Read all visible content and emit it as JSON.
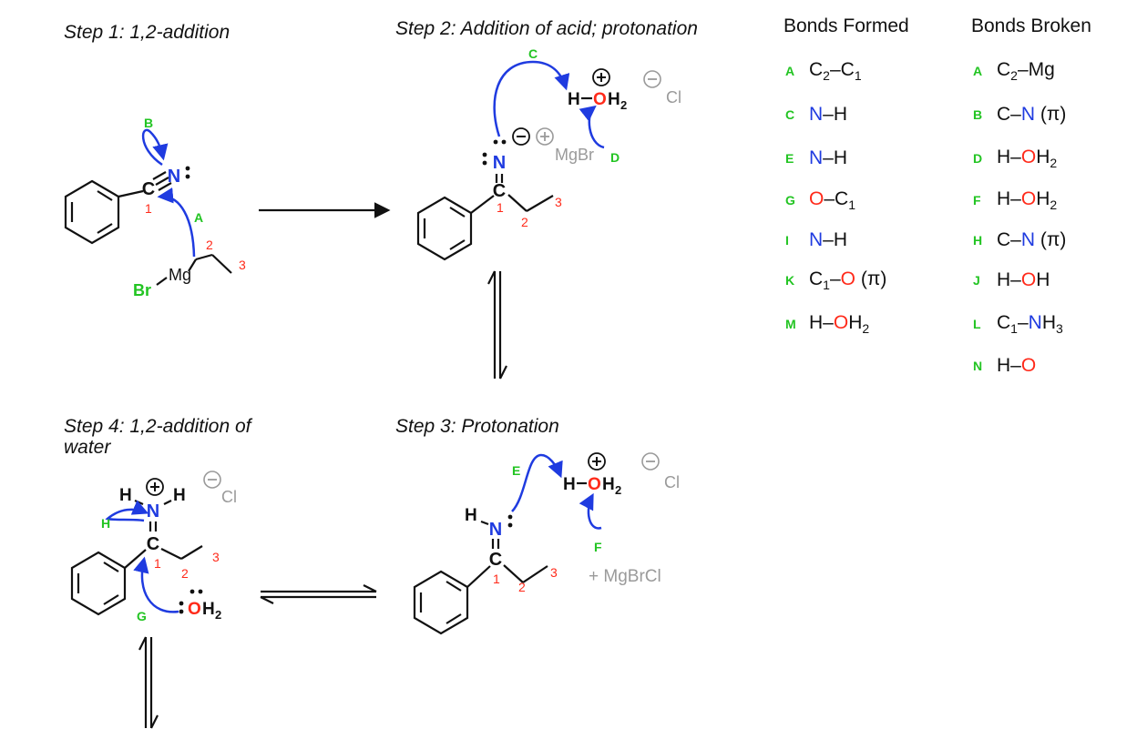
{
  "steps": {
    "step1": "Step 1: 1,2-addition",
    "step2": "Step 2: Addition of acid; protonation",
    "step3": "Step 3: Protonation",
    "step4_line1": "Step 4: 1,2-addition of",
    "step4_line2": "water"
  },
  "columns": {
    "formed": "Bonds Formed",
    "broken": "Bonds Broken"
  },
  "bonds_formed": [
    {
      "letter": "A",
      "parts": [
        {
          "t": "C"
        },
        {
          "t": "2",
          "sub": true
        },
        {
          "t": "–C"
        },
        {
          "t": "1",
          "sub": true
        }
      ]
    },
    {
      "letter": "C",
      "parts": [
        {
          "t": "N",
          "c": "blue"
        },
        {
          "t": "–H"
        }
      ]
    },
    {
      "letter": "E",
      "parts": [
        {
          "t": "N",
          "c": "blue"
        },
        {
          "t": "–H"
        }
      ]
    },
    {
      "letter": "G",
      "parts": [
        {
          "t": "O",
          "c": "red"
        },
        {
          "t": "–C"
        },
        {
          "t": "1",
          "sub": true
        }
      ]
    },
    {
      "letter": "I",
      "parts": [
        {
          "t": "N",
          "c": "blue"
        },
        {
          "t": "–H"
        }
      ]
    },
    {
      "letter": "K",
      "parts": [
        {
          "t": "C"
        },
        {
          "t": "1",
          "sub": true
        },
        {
          "t": "–"
        },
        {
          "t": "O",
          "c": "red"
        },
        {
          "t": " (π)"
        }
      ]
    },
    {
      "letter": "M",
      "parts": [
        {
          "t": "H–"
        },
        {
          "t": "O",
          "c": "red"
        },
        {
          "t": "H"
        },
        {
          "t": "2",
          "sub": true
        }
      ]
    }
  ],
  "bonds_broken": [
    {
      "letter": "A",
      "parts": [
        {
          "t": "C"
        },
        {
          "t": "2",
          "sub": true
        },
        {
          "t": "–Mg"
        }
      ]
    },
    {
      "letter": "B",
      "parts": [
        {
          "t": "C–"
        },
        {
          "t": "N",
          "c": "blue"
        },
        {
          "t": " (π)"
        }
      ]
    },
    {
      "letter": "D",
      "parts": [
        {
          "t": "H–"
        },
        {
          "t": "O",
          "c": "red"
        },
        {
          "t": "H"
        },
        {
          "t": "2",
          "sub": true
        }
      ]
    },
    {
      "letter": "F",
      "parts": [
        {
          "t": "H–"
        },
        {
          "t": "O",
          "c": "red"
        },
        {
          "t": "H"
        },
        {
          "t": "2",
          "sub": true
        }
      ]
    },
    {
      "letter": "H",
      "parts": [
        {
          "t": "C–"
        },
        {
          "t": "N",
          "c": "blue"
        },
        {
          "t": " (π)"
        }
      ]
    },
    {
      "letter": "J",
      "parts": [
        {
          "t": "H–"
        },
        {
          "t": "O",
          "c": "red"
        },
        {
          "t": "H"
        }
      ]
    },
    {
      "letter": "L",
      "parts": [
        {
          "t": "C"
        },
        {
          "t": "1",
          "sub": true
        },
        {
          "t": "–"
        },
        {
          "t": "N",
          "c": "blue"
        },
        {
          "t": "H"
        },
        {
          "t": "3",
          "sub": true
        }
      ]
    },
    {
      "letter": "N",
      "parts": [
        {
          "t": "H–"
        },
        {
          "t": "O",
          "c": "red"
        }
      ]
    }
  ],
  "labels": {
    "C": "C",
    "N": "N",
    "O": "O",
    "H": "H",
    "Mg": "Mg",
    "Br": "Br",
    "H2": "2",
    "MgBr": "MgBr",
    "Cl": "Cl",
    "MgBrCl": "+ MgBrCl",
    "n1": "1",
    "n2": "2",
    "n3": "3",
    "lA": "A",
    "lB": "B",
    "lC": "C",
    "lD": "D",
    "lE": "E",
    "lF": "F",
    "lG": "G",
    "lH": "H"
  },
  "colors": {
    "black": "#111111",
    "blue": "#1f3be0",
    "red": "#ff2a1a",
    "green": "#22c422",
    "gray": "#9a9a9a"
  }
}
